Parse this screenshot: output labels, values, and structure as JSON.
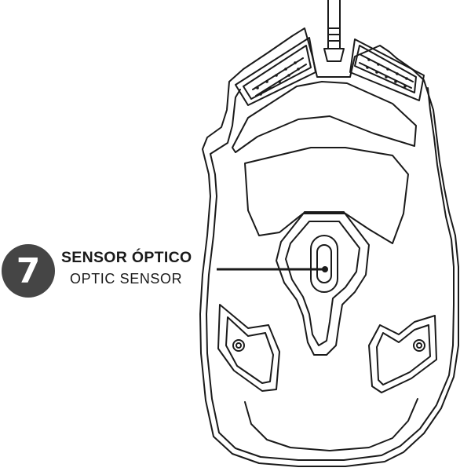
{
  "callout": {
    "number": "7",
    "label_primary": "SENSOR ÓPTICO",
    "label_secondary": "OPTIC SENSOR"
  },
  "colors": {
    "outline": "#1a1a1a",
    "badge": "#454545",
    "background": "#ffffff"
  }
}
